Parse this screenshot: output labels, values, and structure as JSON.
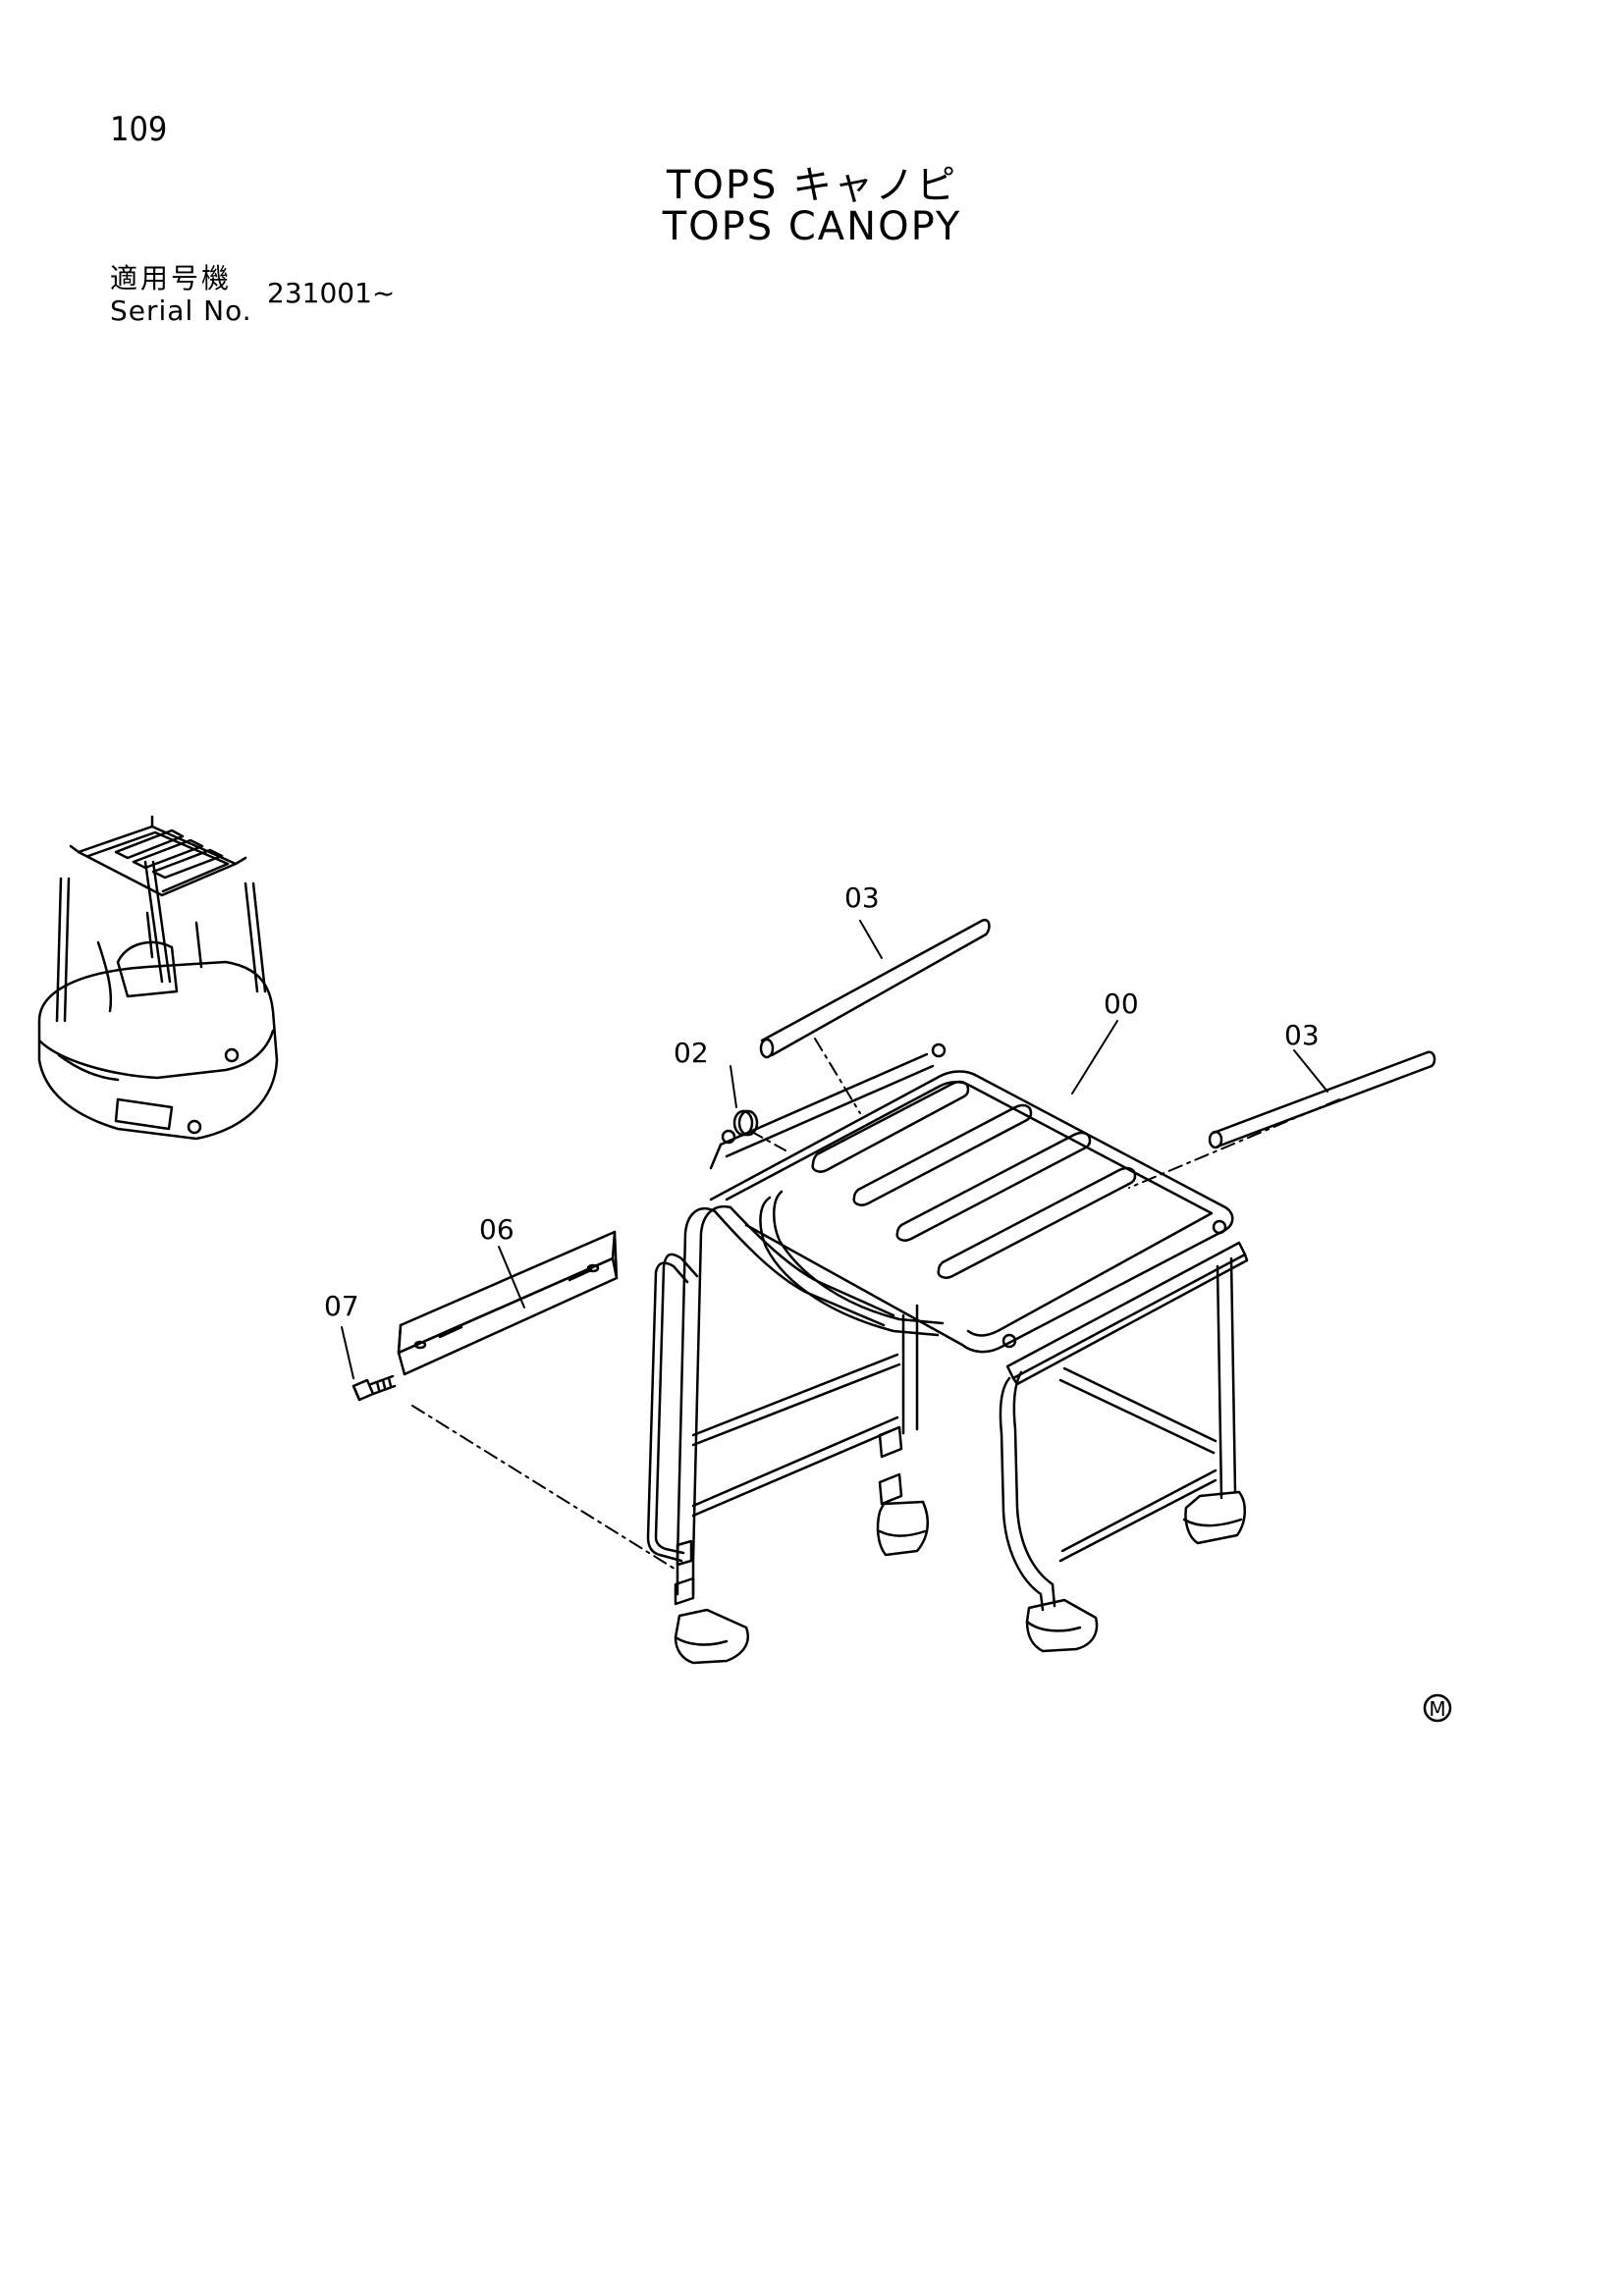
{
  "page_number": "109",
  "title": {
    "japanese": "TOPS キャノピ",
    "english": "TOPS CANOPY"
  },
  "serial": {
    "label_japanese": "適用号機",
    "label_english": "Serial No.",
    "value": "231001~"
  },
  "callouts": [
    "03",
    "00",
    "02",
    "03",
    "06",
    "07"
  ],
  "mark": "M"
}
